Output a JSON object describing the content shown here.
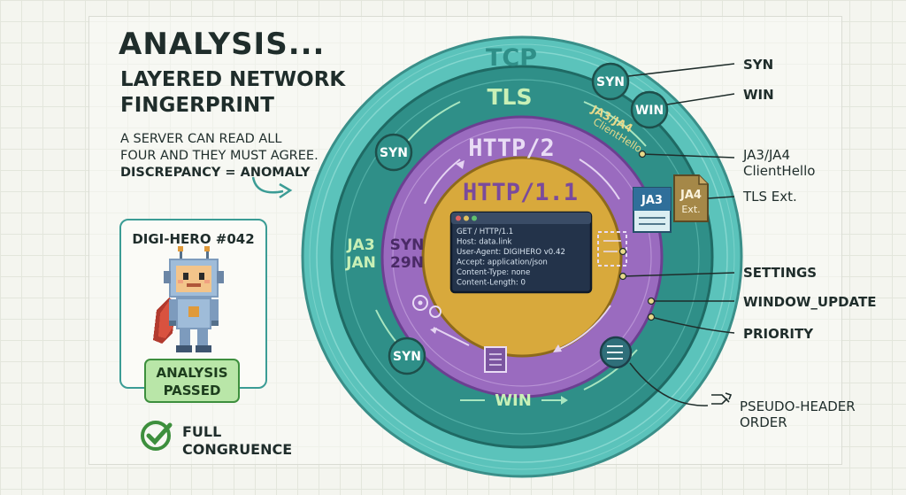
{
  "title": {
    "line1": "ANALYSIS...",
    "line2": "LAYERED NETWORK",
    "line3": "FINGERPRINT"
  },
  "description": {
    "line1": "A SERVER CAN READ ALL",
    "line2": "FOUR AND THEY MUST AGREE.",
    "line3": "DISCREPANCY = ANOMALY"
  },
  "hero": {
    "name": "DIGI-HERO #042",
    "status_line1": "ANALYSIS",
    "status_line2": "PASSED"
  },
  "result": {
    "line1": "FULL",
    "line2": "CONGRUENCE"
  },
  "layers": {
    "tcp": "TCP",
    "tls": "TLS",
    "http2": "HTTP/2",
    "http11": "HTTP/1.1"
  },
  "ring_badges": {
    "tcp_syn": "SYN",
    "tcp_win": "WIN",
    "left_syn": "SYN",
    "left_ja3": "JA3",
    "left_jan": "JAN",
    "left_syn2": "SYN",
    "left_29n": "29N",
    "bottom_syn": "SYN",
    "bottom_win": "WIN",
    "ja3_ring_line1": "JA3/JA4",
    "ja3_ring_line2": "ClientHello",
    "ja3_doc": "JA3",
    "ja4_line1": "JA4",
    "ja4_line2": "Ext."
  },
  "terminal": {
    "lines": [
      "GET / HTTP/1.1",
      "Host: data.link",
      "User-Agent: DIGIHERO v0.42",
      "Accept: application/json",
      "Content-Type: none",
      "Content-Length: 0"
    ]
  },
  "callouts": {
    "syn": "SYN",
    "win": "WIN",
    "ja3_line1": "JA3/JA4",
    "ja3_line2": "ClientHello",
    "tls_ext": "TLS Ext.",
    "settings": "SETTINGS",
    "window_update": "WINDOW_UPDATE",
    "priority": "PRIORITY",
    "pseudo_line1": "PSEUDO-HEADER",
    "pseudo_line2": "ORDER"
  },
  "colors": {
    "tcp": "#5bc3bb",
    "tls": "#2f8f88",
    "http2": "#9a6bbf",
    "http11": "#d8a93c",
    "terminal": "#23334a",
    "passed": "#b9e6a8"
  }
}
